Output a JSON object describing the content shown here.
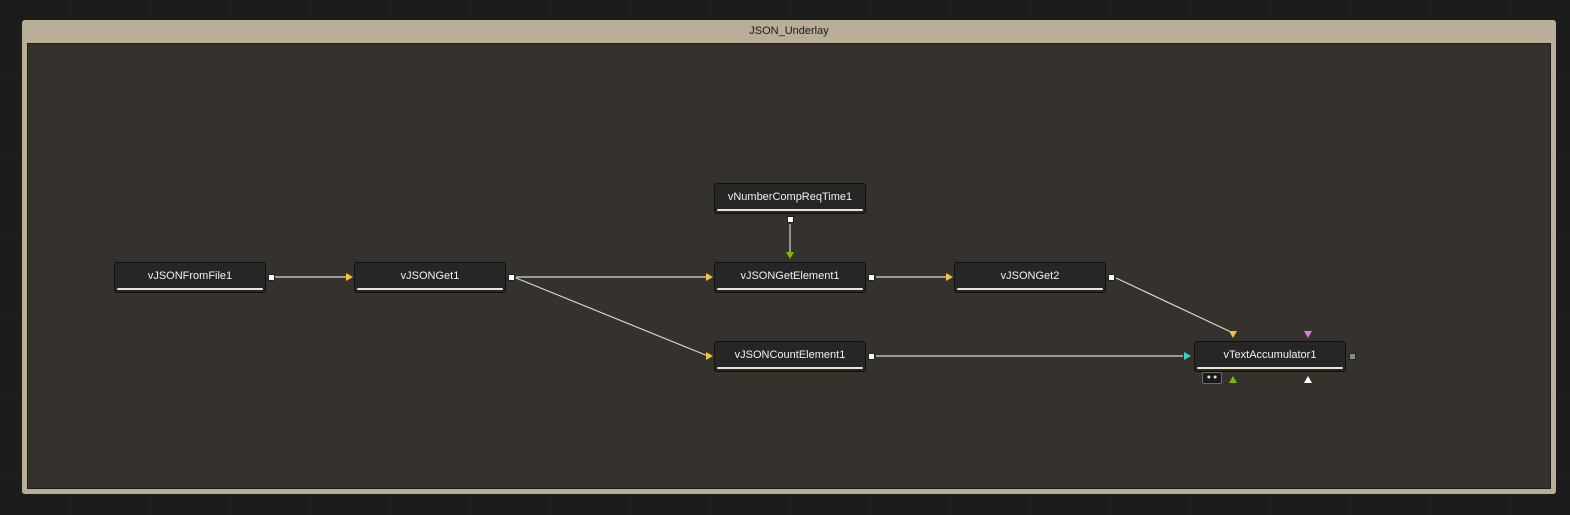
{
  "underlay": {
    "title": "JSON_Underlay"
  },
  "nodes": {
    "json_from_file": "vJSONFromFile1",
    "json_get1": "vJSONGet1",
    "number_comp_req_time": "vNumberCompReqTime1",
    "json_get_element": "vJSONGetElement1",
    "json_get2": "vJSONGet2",
    "json_count_element": "vJSONCountElement1",
    "text_accumulator": "vTextAccumulator1"
  },
  "colors": {
    "input_main": "#f1c232",
    "input_number": "#7fb800",
    "input_text": "#33d6c2",
    "input_mask": "#e078e8",
    "input_white": "#ffffff",
    "wire": "#d8d8d8"
  },
  "icons": {
    "node_badge": "dot-dot-icon"
  }
}
